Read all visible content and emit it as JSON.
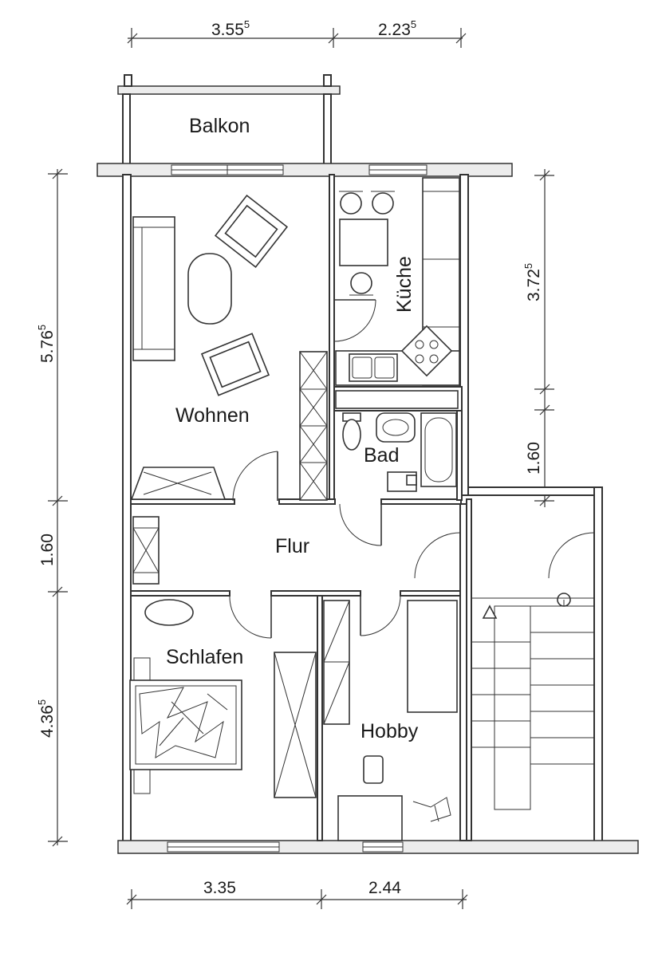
{
  "rooms": {
    "balkon": "Balkon",
    "wohnen": "Wohnen",
    "kueche": "Küche",
    "bad": "Bad",
    "flur": "Flur",
    "schlafen": "Schlafen",
    "hobby": "Hobby"
  },
  "dimensions": {
    "top_left": {
      "value": "3.55",
      "sup": "5"
    },
    "top_right": {
      "value": "2.23",
      "sup": "5"
    },
    "bottom_left": {
      "value": "3.35",
      "sup": ""
    },
    "bottom_right": {
      "value": "2.44",
      "sup": ""
    },
    "left_upper": {
      "value": "5.76",
      "sup": "5"
    },
    "left_middle": {
      "value": "1.60",
      "sup": ""
    },
    "left_lower": {
      "value": "4.36",
      "sup": "5"
    },
    "right_upper": {
      "value": "3.72",
      "sup": "5"
    },
    "right_lower": {
      "value": "1.60",
      "sup": ""
    }
  }
}
